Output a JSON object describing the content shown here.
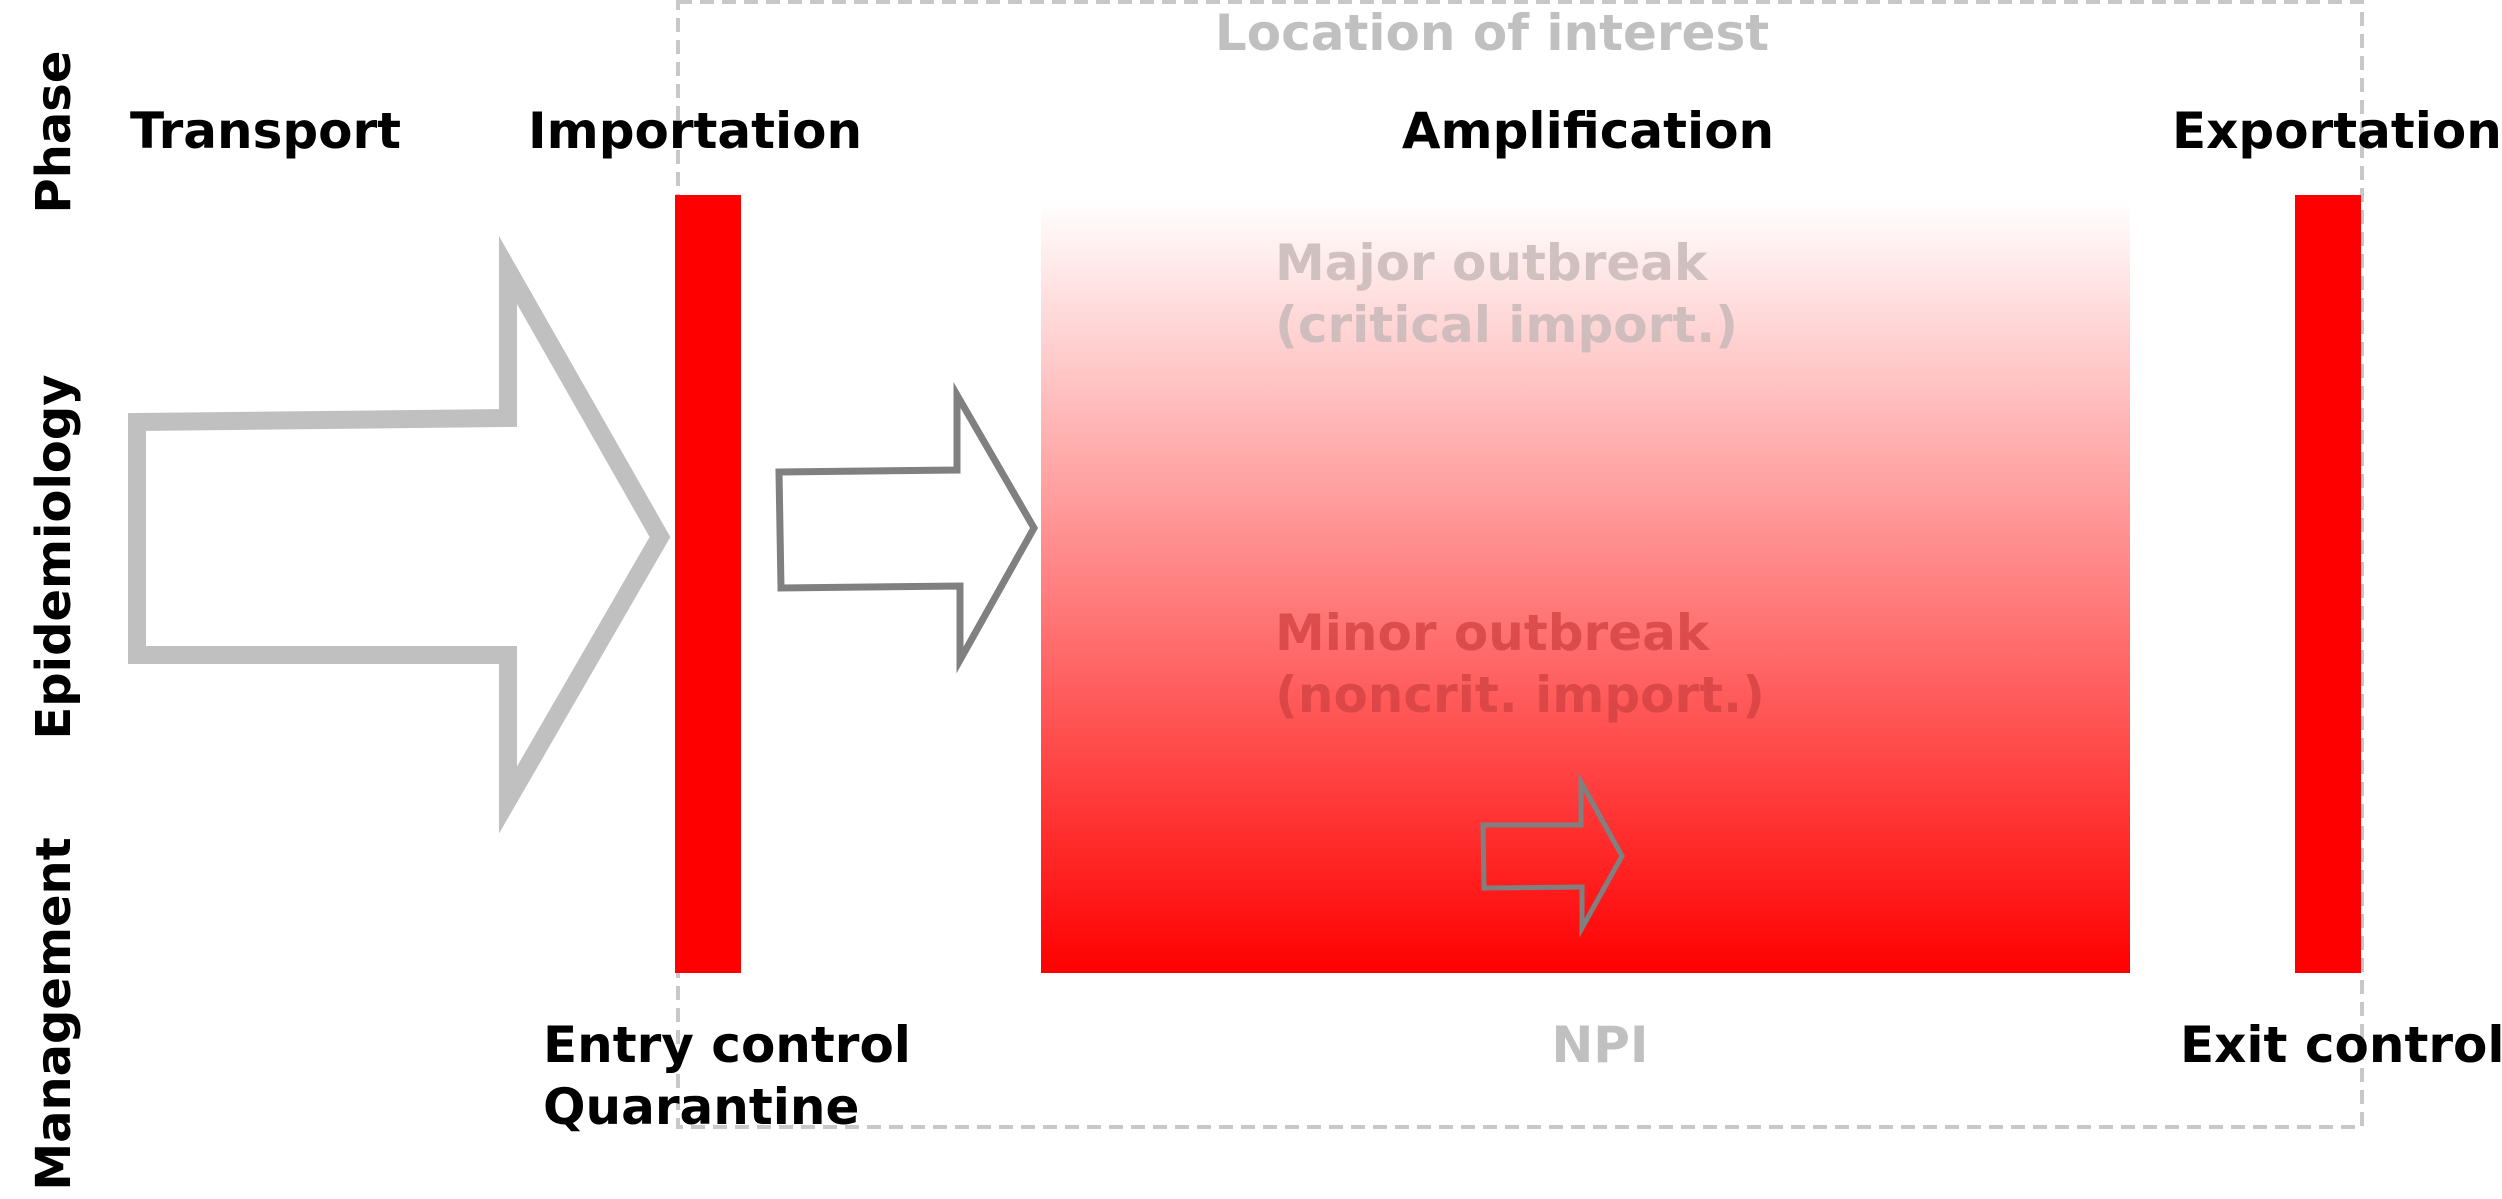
{
  "row_labels": {
    "phase": "Phase",
    "epidemiology": "Epidemiology",
    "management": "Management"
  },
  "phases": {
    "transport": "Transport",
    "importation": "Importation",
    "amplification": "Amplification",
    "exportation": "Exportation"
  },
  "region_label": "Location of interest",
  "outbreaks": {
    "major_line1": "Major outbreak",
    "major_line2": "(critical import.)",
    "minor_line1": "Minor outbreak",
    "minor_line2": "(noncrit. import.)"
  },
  "management": {
    "entry_line1": "Entry control",
    "entry_line2": "Quarantine",
    "npi": "NPI",
    "exit": "Exit control"
  },
  "colors": {
    "barrier": "#ff0000",
    "region_border": "#c8c8c8",
    "large_arrow": "#c0c0c0",
    "small_arrow": "#808080",
    "faded_text": "#c0c0c0",
    "text": "#000000"
  }
}
